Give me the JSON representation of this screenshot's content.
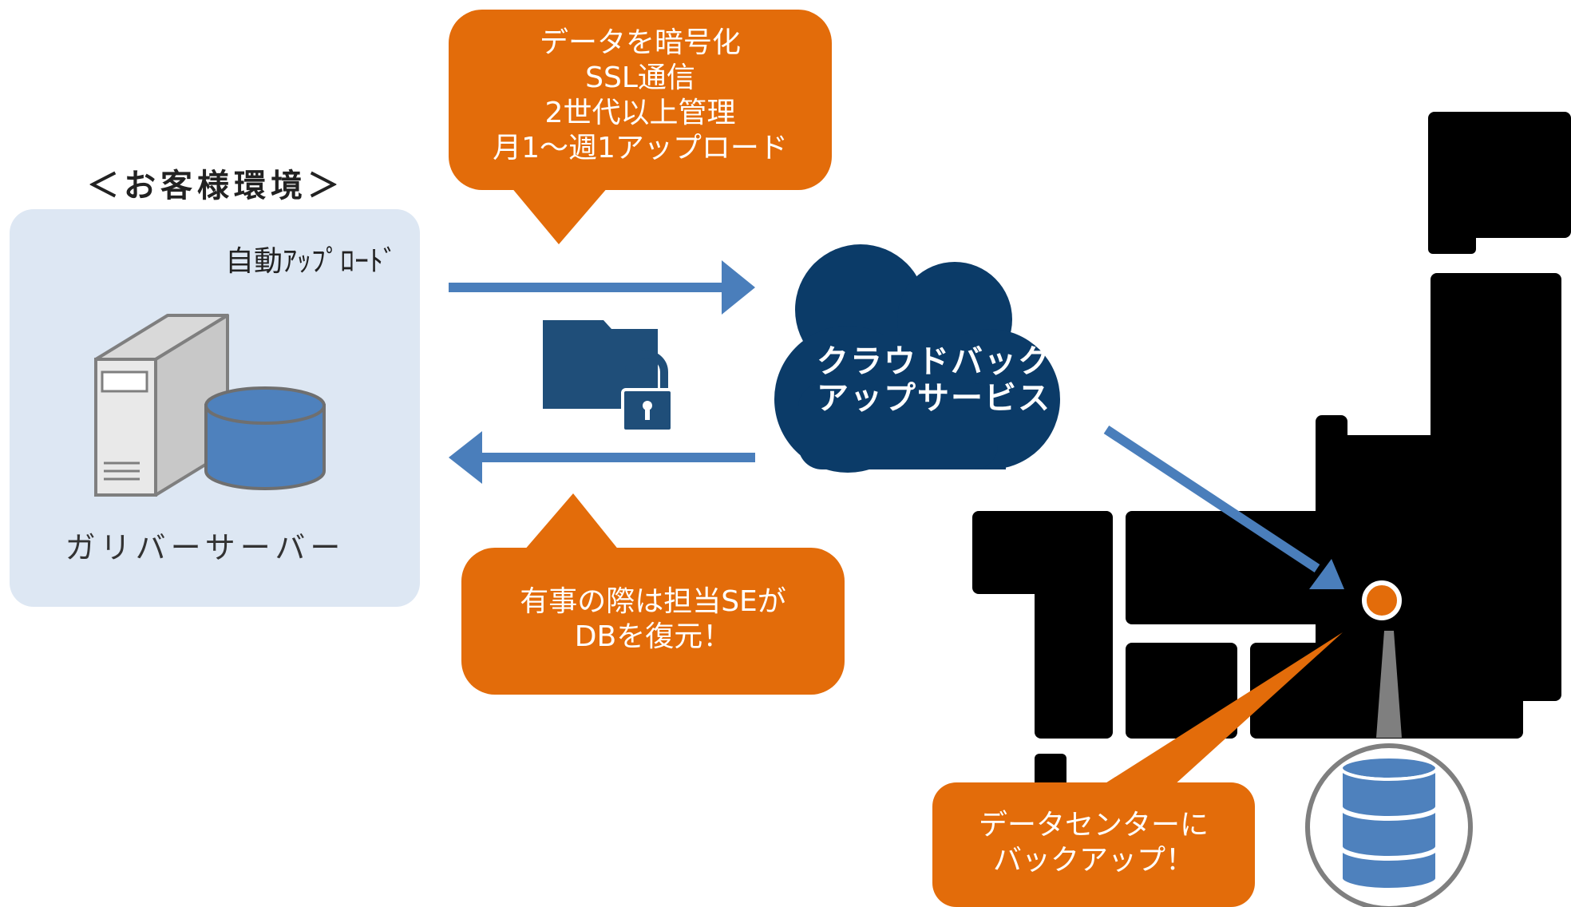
{
  "customer_env": {
    "title": "＜お客様環境＞",
    "auto_upload_label": "自動ｱｯﾌﾟﾛｰﾄﾞ",
    "server_label": "ガリバーサーバー"
  },
  "callout_top": {
    "lines": [
      "データを暗号化",
      "SSL通信",
      "2世代以上管理",
      "月1～週1アップロード"
    ]
  },
  "callout_bottom": {
    "lines": [
      "有事の際は担当SEが",
      "DBを復元！"
    ]
  },
  "cloud": {
    "lines": [
      "クラウドバック",
      "アップサービス"
    ]
  },
  "callout_datacenter": {
    "lines": [
      "データセンターに",
      "バックアップ！"
    ]
  },
  "colors": {
    "orange": "#e36c0a",
    "navy": "#0b3b68",
    "arrow_blue": "#4a7ebb",
    "panel_bg": "#dde7f3",
    "db_blue": "#4e81bd"
  }
}
